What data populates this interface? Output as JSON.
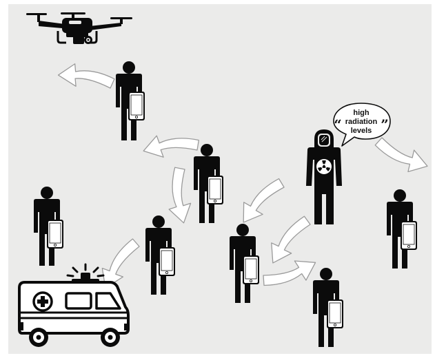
{
  "speech_bubble": {
    "lines": [
      "high",
      "radiation",
      "levels"
    ],
    "open_quote": "“",
    "close_quote": "”"
  },
  "colors": {
    "background": "#ebebea",
    "figure": "#0b0b0b",
    "phone": "#ffffff",
    "arrow_fill": "#ffffff",
    "arrow_stroke": "#9a9a9a"
  },
  "icons": [
    "drone-icon",
    "hazmat-suit-icon",
    "radiation-symbol-icon",
    "smartphone-icon",
    "ambulance-icon",
    "siren-light-icon",
    "medical-cross-icon",
    "curved-arrow-icon"
  ]
}
